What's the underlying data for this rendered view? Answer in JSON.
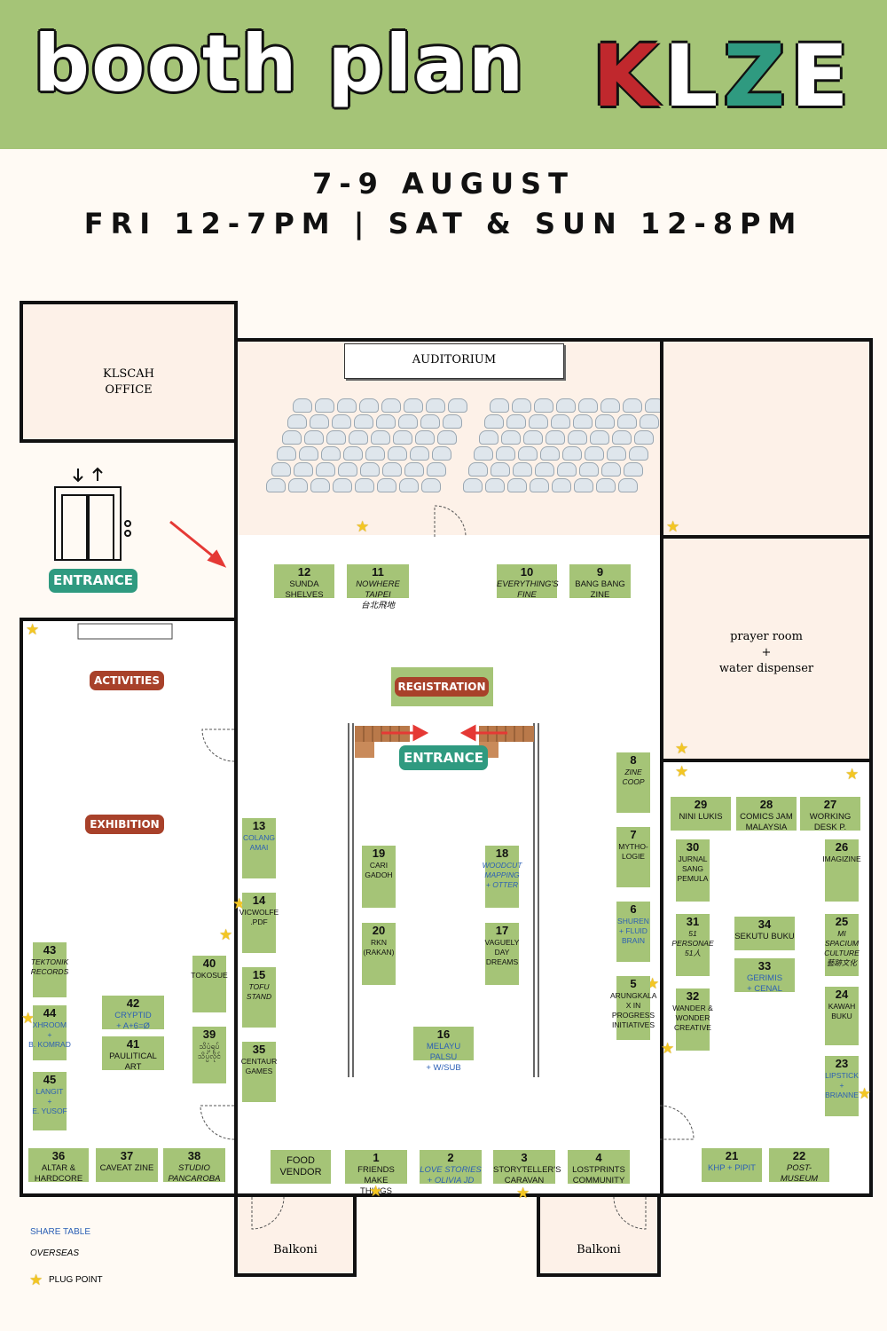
{
  "header": {
    "title": "booth plan",
    "logo": [
      "K",
      "L",
      "Z",
      "E"
    ],
    "logo_colors": [
      "#c0282d",
      "#ffffff",
      "#2f9a80",
      "#ffffff"
    ],
    "bg_color": "#a5c477"
  },
  "dates": {
    "line1": "7-9 AUGUST",
    "line2": "FRI 12-7PM | SAT & SUN 12-8PM"
  },
  "rooms": {
    "office": "KLSCAH\nOFFICE",
    "auditorium": "AUDITORIUM",
    "prayer": "prayer room\n+\nwater dispenser",
    "balkoni_left": "Balkoni",
    "balkoni_right": "Balkoni"
  },
  "pills": {
    "entrance_left": "ENTRANCE",
    "entrance_center": "ENTRANCE",
    "activities": "ACTIVITIES",
    "exhibition": "EXHIBITION",
    "registration": "REGISTRATION"
  },
  "colors": {
    "booth": "#a5c477",
    "entrance": "#2f9a80",
    "activity": "#a8412a",
    "share_table": "#2b5fb5",
    "star": "#f3c623",
    "arrow": "#e53935"
  },
  "booths": [
    {
      "num": "12",
      "label": "SUNDA\nSHELVES",
      "type": "normal"
    },
    {
      "num": "11",
      "label": "NOWHERE TAIPEI\n台北飛地",
      "type": "overseas"
    },
    {
      "num": "10",
      "label": "EVERYTHING'S\nFINE",
      "type": "overseas"
    },
    {
      "num": "9",
      "label": "BANG BANG\nZINE",
      "type": "normal"
    },
    {
      "num": "8",
      "label": "ZINE\nCOOP",
      "type": "overseas"
    },
    {
      "num": "7",
      "label": "MYTHO-\nLOGIE",
      "type": "normal"
    },
    {
      "num": "6",
      "label": "SHUREN\n+ FLUID\nBRAIN",
      "type": "share"
    },
    {
      "num": "5",
      "label": "ARUNGKALA\nX IN\nPROGRESS\nINITIATIVES",
      "type": "normal"
    },
    {
      "num": "13",
      "label": "COLANG\nAMAI",
      "type": "share"
    },
    {
      "num": "14",
      "label": "VICWOLFE\n.PDF",
      "type": "normal"
    },
    {
      "num": "15",
      "label": "TOFU\nSTAND",
      "type": "overseas"
    },
    {
      "num": "35",
      "label": "CENTAUR\nGAMES",
      "type": "normal"
    },
    {
      "num": "19",
      "label": "CARI\nGADOH",
      "type": "normal"
    },
    {
      "num": "20",
      "label": "RKN\n(RAKAN)",
      "type": "normal"
    },
    {
      "num": "18",
      "label": "WOODCUT\nMAPPING\n+ OTTER",
      "type": "share-overseas"
    },
    {
      "num": "17",
      "label": "VAGUELY\nDAY\nDREAMS",
      "type": "normal"
    },
    {
      "num": "16",
      "label": "MELAYU PALSU\n+ W/SUB",
      "type": "share"
    },
    {
      "num": "43",
      "label": "TEKTONIK\nRECORDS",
      "type": "overseas"
    },
    {
      "num": "44",
      "label": "XHROOM\n+\nB. KOMRAD",
      "type": "share"
    },
    {
      "num": "45",
      "label": "LANGIT\n+\nE. YUSOF",
      "type": "share"
    },
    {
      "num": "42",
      "label": "CRYPTID\n+ A+6=Ø",
      "type": "share"
    },
    {
      "num": "41",
      "label": "PAULITICAL ART",
      "type": "normal"
    },
    {
      "num": "40",
      "label": "TOKOSUE",
      "type": "normal"
    },
    {
      "num": "39",
      "label": "သိပ္ပံရုပ်\nသိပ္ပံလိုင်",
      "type": "normal"
    },
    {
      "num": "36",
      "label": "ALTAR &\nHARDCORE",
      "type": "normal"
    },
    {
      "num": "37",
      "label": "CAVEAT ZINE",
      "type": "normal"
    },
    {
      "num": "38",
      "label": "STUDIO\nPANCAROBA",
      "type": "overseas"
    },
    {
      "num": "",
      "label": "FOOD\nVENDOR",
      "type": "normal"
    },
    {
      "num": "1",
      "label": "FRIENDS MAKE\nTHINGS",
      "type": "normal"
    },
    {
      "num": "2",
      "label": "LOVE STORIES\n+ OLIVIA JD",
      "type": "share-overseas"
    },
    {
      "num": "3",
      "label": "STORYTELLER'S\nCARAVAN",
      "type": "normal"
    },
    {
      "num": "4",
      "label": "LOSTPRINTS\nCOMMUNITY",
      "type": "normal"
    },
    {
      "num": "29",
      "label": "NINI LUKIS",
      "type": "normal"
    },
    {
      "num": "28",
      "label": "COMICS JAM\nMALAYSIA",
      "type": "normal"
    },
    {
      "num": "27",
      "label": "WORKING\nDESK P.",
      "type": "normal"
    },
    {
      "num": "30",
      "label": "JURNAL SANG\nPEMULA",
      "type": "normal"
    },
    {
      "num": "26",
      "label": "IMAGIZINE",
      "type": "normal"
    },
    {
      "num": "31",
      "label": "51\nPERSONAE\n51人",
      "type": "overseas"
    },
    {
      "num": "34",
      "label": "SEKUTU BUKU",
      "type": "normal"
    },
    {
      "num": "33",
      "label": "GERIMIS\n+ CENAL",
      "type": "share"
    },
    {
      "num": "25",
      "label": "MI\nSPACIUM\nCULTURE\n藝跡文化",
      "type": "overseas"
    },
    {
      "num": "32",
      "label": "WANDER &\nWONDER\nCREATIVE",
      "type": "normal"
    },
    {
      "num": "24",
      "label": "KAWAH\nBUKU",
      "type": "normal"
    },
    {
      "num": "23",
      "label": "LIPSTICK\n+\nBRIANNE",
      "type": "share"
    },
    {
      "num": "21",
      "label": "KHP + PIPIT",
      "type": "share"
    },
    {
      "num": "22",
      "label": "POST-MUSEUM",
      "type": "overseas"
    }
  ],
  "legend": {
    "share": "SHARE TABLE",
    "overseas": "OVERSEAS",
    "plug": "PLUG POINT"
  }
}
